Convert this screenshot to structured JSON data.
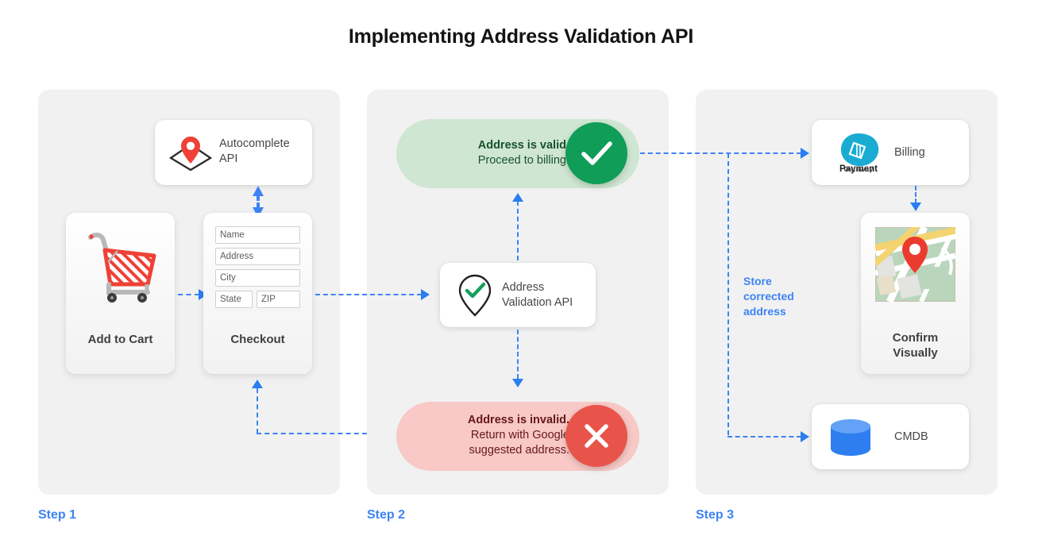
{
  "page": {
    "title": "Implementing Address Validation API",
    "accent_blue": "#3d83f5",
    "valid_green": "#0f9d58",
    "invalid_red": "#e8544a",
    "panel_bg": "#f1f1f1"
  },
  "steps": [
    {
      "label": "Step 1"
    },
    {
      "label": "Step 2"
    },
    {
      "label": "Step 3"
    }
  ],
  "step1": {
    "autocomplete_card": {
      "icon": "map-pin-diamond-icon",
      "line1": "Autocomplete",
      "line2": "API"
    },
    "cart_card": {
      "icon": "shopping-cart-icon",
      "caption": "Add to Cart"
    },
    "checkout_card": {
      "caption": "Checkout",
      "fields": [
        {
          "name": "name-field",
          "label": "Name"
        },
        {
          "name": "address-field",
          "label": "Address"
        },
        {
          "name": "city-field",
          "label": "City"
        },
        {
          "name": "state-field",
          "label": "State"
        },
        {
          "name": "zip-field",
          "label": "ZIP"
        }
      ]
    }
  },
  "step2": {
    "valid_pill": {
      "icon": "check-circle-icon",
      "strong": "Address is valid.",
      "detail": "Proceed to billing."
    },
    "validation_card": {
      "icon": "pin-check-icon",
      "line1": "Address",
      "line2": "Validation API"
    },
    "invalid_pill": {
      "icon": "x-circle-icon",
      "strong": "Address is invalid.",
      "detail_line1": "Return with Google",
      "detail_line2": "suggested address."
    }
  },
  "step3": {
    "billing_card": {
      "icon": "payment-gateway-logo",
      "logo_line1": "Payment",
      "logo_line2": "Gateway",
      "label": "Billing"
    },
    "map_card": {
      "icon": "map-thumbnail-icon",
      "caption_line1": "Confirm",
      "caption_line2": "Visually"
    },
    "cmdb_card": {
      "icon": "database-cylinder-icon",
      "label": "CMDB"
    },
    "store_note_line1": "Store",
    "store_note_line2": "corrected",
    "store_note_line3": "address"
  }
}
